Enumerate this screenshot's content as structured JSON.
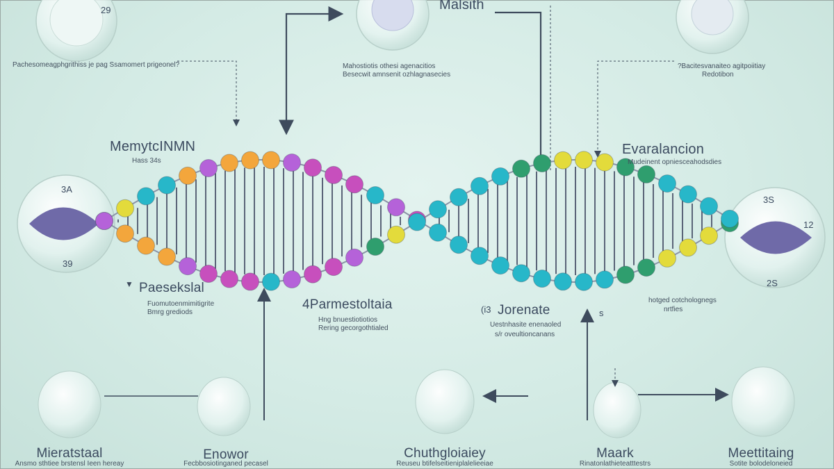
{
  "top_center": {
    "title": "Malsith",
    "caption1": "Mahostiotis  othesi agenacitios",
    "caption2": "Besecwit amnsenit ozhlagnasecies"
  },
  "top_left": {
    "number": "29",
    "caption": "Pachesomeagphgrithiss je pag  Ssamomert prigeonel?"
  },
  "top_right": {
    "caption1": "?Bacitesvanaiteo agitpoiitiay",
    "caption2": "Redotibon"
  },
  "left_label": {
    "title": "MemytcINMN",
    "caption": "Hass  34s"
  },
  "right_label": {
    "title": "Evaralancion",
    "caption": "Mudeinent opniesceahodsdies"
  },
  "left_cell": {
    "num_top": "3A",
    "num_bottom": "39"
  },
  "right_cell": {
    "num_top": "3S",
    "num_right": "12",
    "num_bottom": "2S"
  },
  "mid_left": {
    "title": "Paesekslal",
    "caption1": "Fuomutoenmimitigrite",
    "caption2": "Bmrg grediods"
  },
  "mid_center": {
    "title": "4Parmestoltaia",
    "caption1": "Hng bnuestiotiotios",
    "caption2": "Rering gecorgothtialed"
  },
  "mid_right": {
    "title": "Jorenate",
    "prefix": "(i3",
    "caption1": "Uestnhasite enenaoled",
    "caption2": "s/r oveultioncanans",
    "arrow_label": "s"
  },
  "far_right_caption": {
    "line1": "hotged cotcholognegs",
    "line2": "nrtfies"
  },
  "bottom": [
    {
      "title": "Mieratstaal",
      "caption": "Ansmo sthtiee brstensl  Ieen hereay"
    },
    {
      "title": "Enowor",
      "caption": "Fecbbosiotinganed pecasel"
    },
    {
      "title": "Chuthgloiaiey",
      "caption": "Reuseu btifelseitieniplalelieeiae"
    },
    {
      "title": "Maark",
      "caption": "Rinatonlathieteatttestrs"
    },
    {
      "title": "Meettitaing",
      "caption": "Sotite bolodeloneied"
    }
  ],
  "colors": {
    "orange": "#f3a63c",
    "purple": "#b562d9",
    "magenta": "#c74fbd",
    "teal": "#27b7c9",
    "green": "#2f9e6e",
    "yellow": "#e3db3b",
    "rung": "#5a6478",
    "cell_core": "#6f6aa8",
    "arrow": "#3e4b5d"
  }
}
